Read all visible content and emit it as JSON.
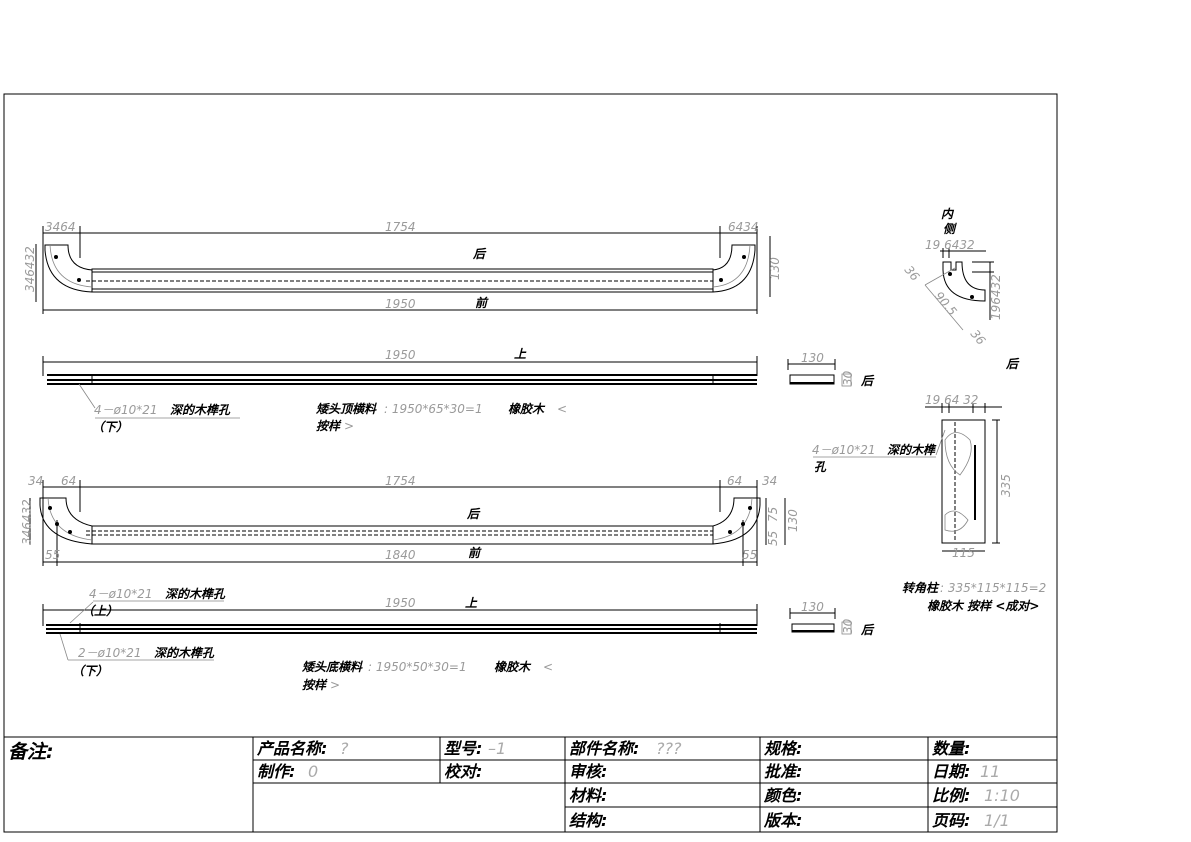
{
  "view1": {
    "dim_top_left": "3464",
    "dim_top_mid": "1754",
    "dim_top_right": "6434",
    "dim_left": "346432",
    "dim_right": "130",
    "dim_bottom": "1950",
    "label_back": "后",
    "label_front": "前",
    "side_dim": "1950",
    "side_label_up": "上",
    "hole_note": "4－ø10*21",
    "hole_note_cn": "深的木榫孔",
    "hole_note_sub": "（下）",
    "part_label": "矮头顶横料",
    "part_spec": ": 1950*65*30=1",
    "part_material": "橡胶木",
    "part_tail": "<",
    "part_line2": "按样",
    "part_line2_tail": ">",
    "end_dim": "130",
    "end_dim_v": "30",
    "end_label": "后"
  },
  "view2": {
    "dim_top_left_a": "34",
    "dim_top_left_b": "64",
    "dim_top_mid": "1754",
    "dim_top_right_a": "64",
    "dim_top_right_b": "34",
    "dim_left": "346432",
    "dim_right_a": "75",
    "dim_right_b": "55",
    "dim_right_total": "130",
    "dim_bottom_left": "55",
    "dim_bottom_mid": "1840",
    "dim_bottom_right": "55",
    "label_back": "后",
    "label_front": "前",
    "side_dim": "1950",
    "side_label_up": "上",
    "hole_note_top": "4－ø10*21",
    "hole_note_top_cn": "深的木榫孔",
    "hole_note_top_sub": "（上）",
    "hole_note_bot": "2－ø10*21",
    "hole_note_bot_cn": "深的木榫孔",
    "hole_note_bot_sub": "（下）",
    "part_label": "矮头底横料",
    "part_spec": ": 1950*50*30=1",
    "part_material": "橡胶木",
    "part_tail": "<",
    "part_line2": "按样",
    "part_line2_tail": ">",
    "end_dim": "130",
    "end_dim_v": "30",
    "end_label": "后"
  },
  "corner_detail": {
    "label_inner_1": "内",
    "label_inner_2": "侧",
    "dim_top": "19  6432",
    "dim_diag_a": "36",
    "dim_diag_b": "90.5",
    "dim_diag_c": "36",
    "dim_right": "196432"
  },
  "post": {
    "label_back": "后",
    "dim_top": "19   64   32",
    "dim_height": "335",
    "dim_width": "115",
    "hole_note": "4－ø10*21",
    "hole_note_cn": "深的木榫",
    "hole_note_cn2": "孔",
    "part_label": "转角柱",
    "part_spec": ": 335*115*115=2",
    "part_line2": "橡胶木  按样  <成对>"
  },
  "title_block": {
    "remarks": "备注:",
    "product_name_label": "产品名称:",
    "product_name_value": "?",
    "model_label": "型号:",
    "model_value": "–1",
    "part_name_label": "部件名称:",
    "part_name_value": "???",
    "spec_label": "规格:",
    "quantity_label": "数量:",
    "made_by_label": "制作:",
    "made_by_value": "0",
    "proofread_label": "校对:",
    "review_label": "审核:",
    "approve_label": "批准:",
    "date_label": "日期:",
    "date_value": "11",
    "material_label": "材料:",
    "color_label": "颜色:",
    "scale_label": "比例:",
    "scale_value": "1:10",
    "structure_label": "结构:",
    "version_label": "版本:",
    "page_label": "页码:",
    "page_value": "1/1"
  }
}
